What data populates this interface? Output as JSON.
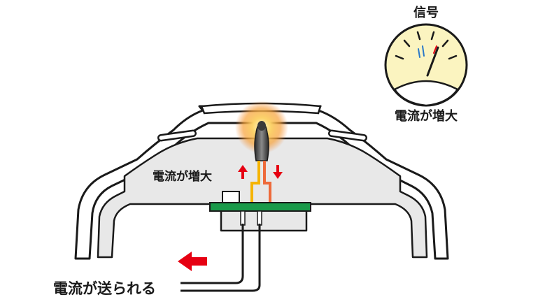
{
  "labels": {
    "meter_title": "信号",
    "meter_caption": "電流が増大",
    "inner_current": "電流が増大",
    "output_current": "電流が送られる"
  },
  "colors": {
    "meter_face": "#fbf4c0",
    "housing_fill": "#e8e8e8",
    "circuit_board": "#1a9a4a",
    "lead_yellow": "#f5b400",
    "lead_orange": "#ee6a3a",
    "arrow_red": "#e60012",
    "glow_orange": "#f7a23a",
    "needle": "#1a1a1a",
    "tick_blue": "#2a78c8",
    "tick_red": "#e60012"
  },
  "icons": {
    "heating_element": "glowing-sensor-icon",
    "meter": "analog-gauge-icon",
    "arrows": [
      "arrow-up-icon",
      "arrow-down-icon",
      "arrow-left-icon"
    ]
  }
}
